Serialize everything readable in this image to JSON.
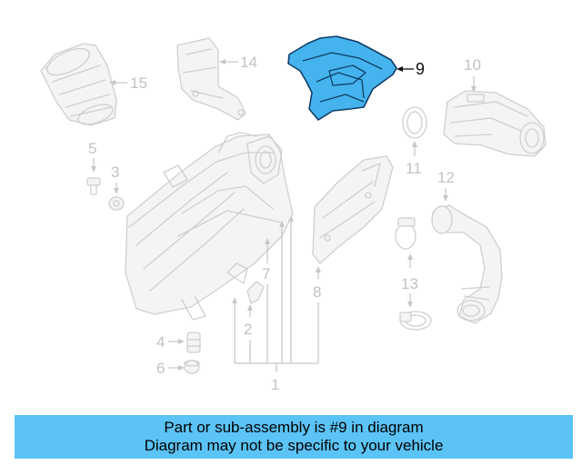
{
  "callouts": {
    "c1": "1",
    "c2": "2",
    "c3": "3",
    "c4": "4",
    "c5": "5",
    "c6": "6",
    "c7": "7",
    "c8": "8",
    "c9": "9",
    "c10": "10",
    "c11": "11",
    "c12": "12",
    "c13": "13",
    "c14": "14",
    "c15": "15"
  },
  "highlight": {
    "part_number": "9",
    "color": "#45b3ee",
    "outline": "#0f3e66"
  },
  "banner": {
    "line1": "Part or sub-assembly is #9 in diagram",
    "line2": "Diagram may not be specific to your vehicle",
    "color": "#5bc3f5"
  }
}
